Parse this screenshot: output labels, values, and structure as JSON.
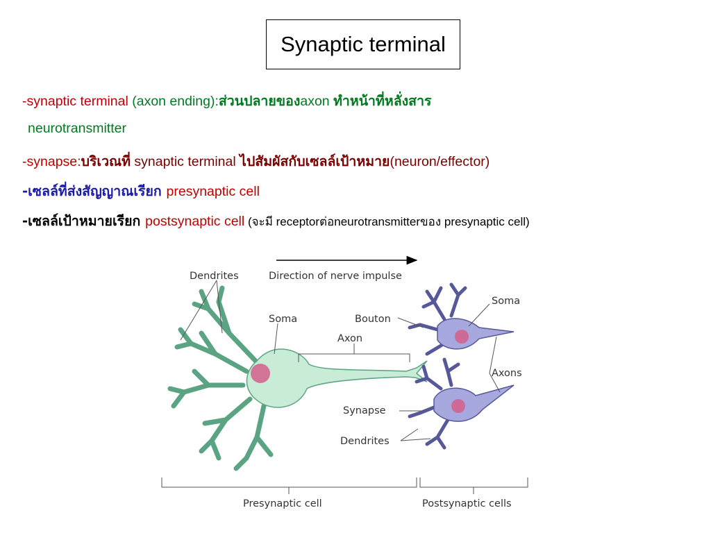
{
  "title": "Synaptic terminal",
  "lines": {
    "l1": {
      "dash": "-",
      "term": "synaptic terminal",
      "paren": " (axon ending):",
      "thai1": "ส่วนปลายของ",
      "axon": "axon ",
      "thai2": "ทำหน้าที่หลั่งสาร"
    },
    "l1b": {
      "text": "neurotransmitter"
    },
    "l2": {
      "dash": "-",
      "term": "synapse:",
      "thai1": "บริเวณที่",
      "mid": " synaptic terminal ",
      "thai2": "ไปสัมผัสกับเซลล์เป้าหมาย",
      "paren": "(neuron/effector)"
    },
    "l3": {
      "thai": "-เซลล์ที่ส่งสัญญาณเรียก ",
      "term": "presynaptic cell"
    },
    "l4": {
      "thai": "-เซลล์เป้าหมายเรียก ",
      "term": "postsynaptic cell",
      "paren": " (จะมี receptorต่อneurotransmitterของ presynaptic cell)"
    }
  },
  "diagram": {
    "labels": {
      "dendrites_pre": "Dendrites",
      "direction": "Direction of nerve impulse",
      "soma_pre": "Soma",
      "bouton": "Bouton",
      "axon": "Axon",
      "soma_post": "Soma",
      "axons": "Axons",
      "synapse": "Synapse",
      "dendrites_post": "Dendrites",
      "presynaptic_cell": "Presynaptic cell",
      "postsynaptic_cells": "Postsynaptic cells"
    },
    "colors": {
      "pre_neuron": "#c9ecd6",
      "pre_outline": "#5aa383",
      "post_neuron": "#a6a8de",
      "post_outline": "#56589a",
      "nucleus": "#d35f8c"
    }
  }
}
